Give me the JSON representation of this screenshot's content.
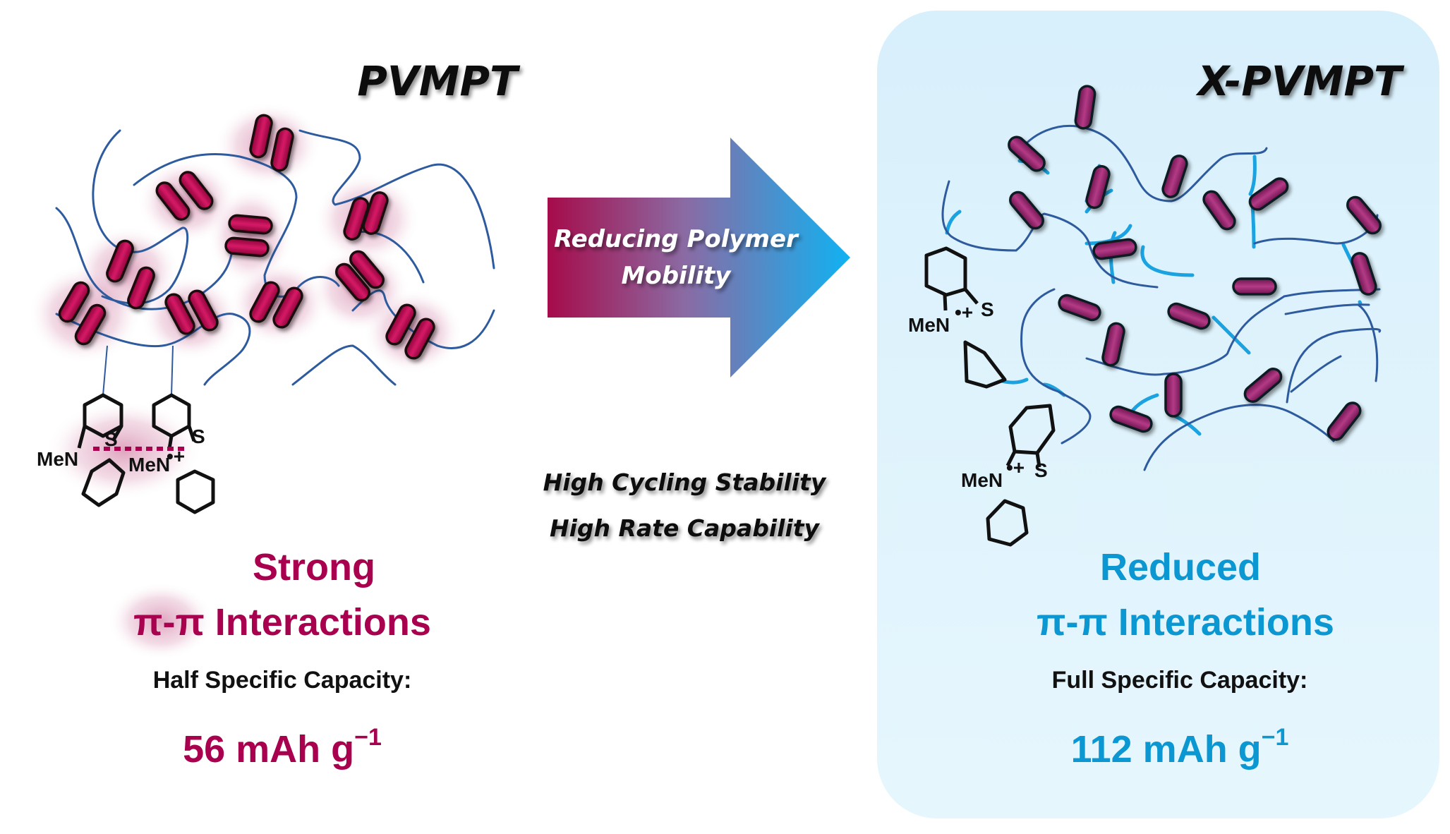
{
  "left_panel": {
    "title": "PVMPT",
    "heading_line1": "Strong",
    "heading_line2_pi": "π-π",
    "heading_line2_rest": " Interactions",
    "capacity_label": "Half Specific Capacity:",
    "capacity_value": "56 mAh g",
    "capacity_exponent": "−1",
    "chem_labels": {
      "men_left": "MeN",
      "s_left": "S",
      "men_right": "MeN",
      "charge_right": "•+",
      "s_right": "S"
    },
    "accent_color": "#a8004f"
  },
  "center": {
    "arrow_line1": "Reducing Polymer",
    "arrow_line2": "Mobility",
    "benefit_1": "High Cycling Stability",
    "benefit_2": "High Rate Capability",
    "arrow_gradient": [
      "#a60b4a",
      "#8a6fa6",
      "#12b0f0"
    ]
  },
  "right_panel": {
    "title": "X-PVMPT",
    "heading_line1": "Reduced",
    "heading_line2": "π-π Interactions",
    "capacity_label": "Full Specific Capacity:",
    "capacity_value": "112 mAh g",
    "capacity_exponent": "−1",
    "chem_labels": {
      "men_top": "MeN",
      "charge_top": "•+",
      "s_top": "S",
      "men_bottom": "MeN",
      "charge_bottom": "•+",
      "s_bottom": "S"
    },
    "accent_color": "#0a97d2",
    "background_color": "#d9f1fc"
  }
}
